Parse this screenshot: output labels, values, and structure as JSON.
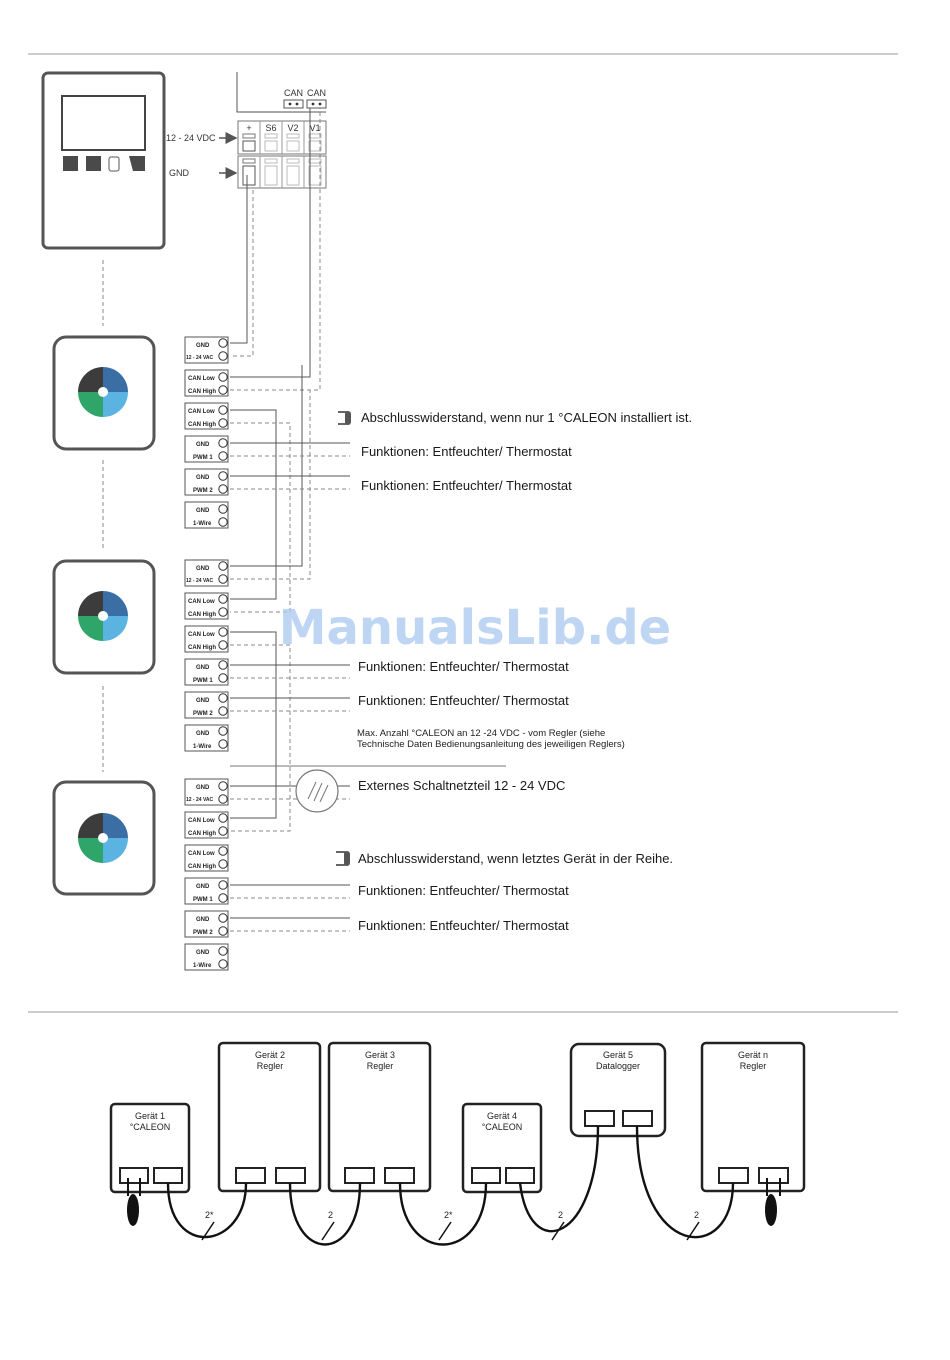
{
  "watermark": "ManualsLib.de",
  "regler": {
    "can_label": "CAN",
    "supply_label": "12 - 24 VDC",
    "gnd_label": "GND",
    "terminal_labels": [
      "+",
      "S6",
      "V2",
      "V1"
    ]
  },
  "terminal_groups": {
    "gnd": "GND",
    "vac": "12 - 24 VAC",
    "can_low": "CAN Low",
    "can_high": "CAN High",
    "pwm1": "PWM 1",
    "pwm2": "PWM 2",
    "onewire": "1-Wire"
  },
  "annotations": {
    "termination_single": "Abschlusswiderstand, wenn nur 1 °CALEON installiert ist.",
    "function": "Funktionen: Entfeuchter/ Thermostat",
    "max_line1": "Max. Anzahl °CALEON an 12 -24 VDC - vom Regler (siehe",
    "max_line2": "Technische Daten Bedienungsanleitung des jeweiligen Reglers)",
    "external_psu": "Externes Schaltnetzteil 12 - 24 VDC",
    "termination_last": "Abschlusswiderstand, wenn letztes Gerät in der Reihe."
  },
  "bus": {
    "devices": [
      {
        "line1": "Gerät 1",
        "line2": "°CALEON"
      },
      {
        "line1": "Gerät 2",
        "line2": "Regler"
      },
      {
        "line1": "Gerät 3",
        "line2": "Regler"
      },
      {
        "line1": "Gerät 4",
        "line2": "°CALEON"
      },
      {
        "line1": "Gerät 5",
        "line2": "Datalogger"
      },
      {
        "line1": "Gerät n",
        "line2": "Regler"
      }
    ],
    "cable_labels": [
      "2*",
      "2",
      "2*",
      "2",
      "2"
    ]
  }
}
